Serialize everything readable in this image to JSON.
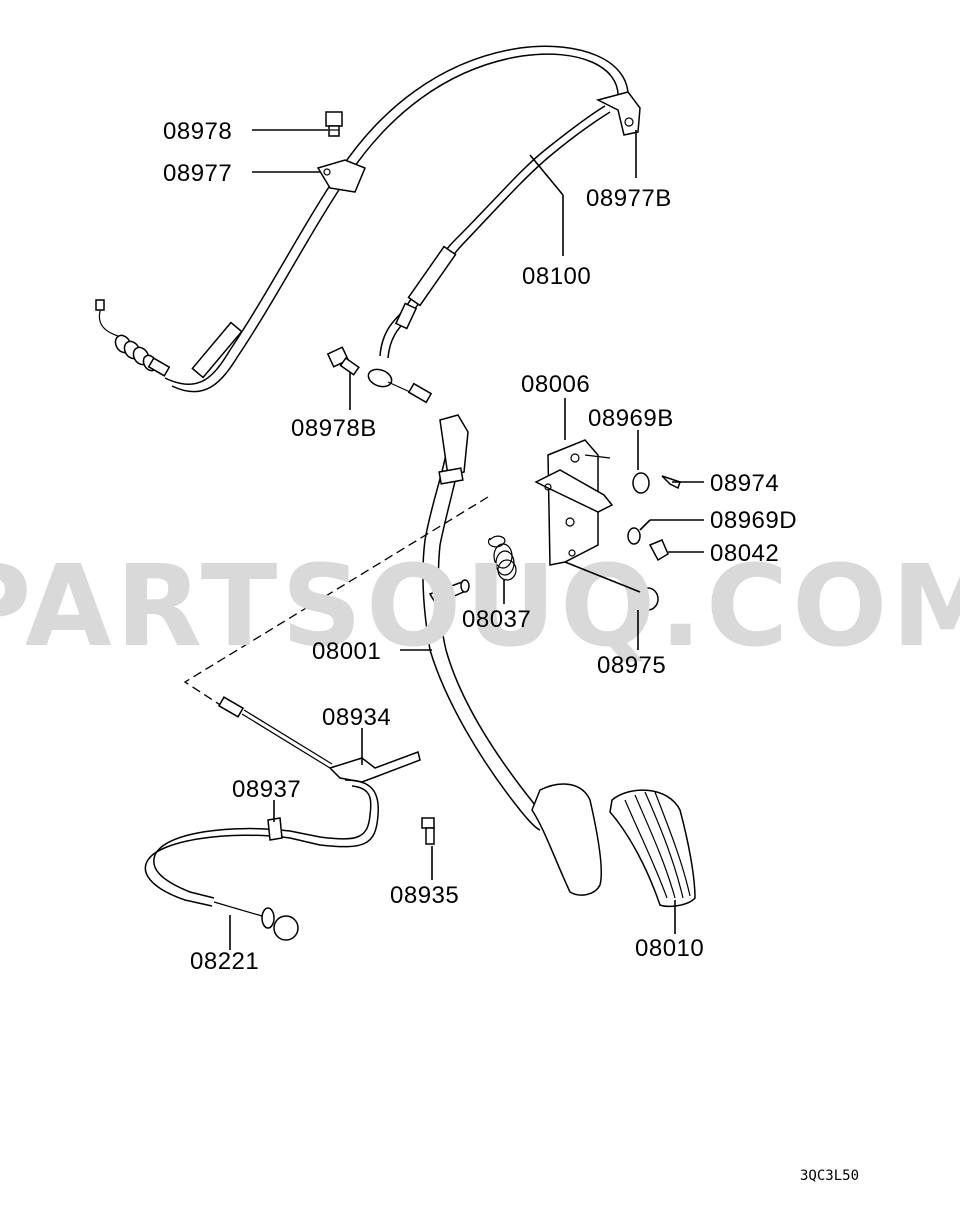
{
  "watermark": "PARTSOUQ.COM",
  "diagram_code": "3QC3L50",
  "parts": [
    {
      "id": "p08978",
      "label": "08978"
    },
    {
      "id": "p08977",
      "label": "08977"
    },
    {
      "id": "p08977B",
      "label": "08977B"
    },
    {
      "id": "p08100",
      "label": "08100"
    },
    {
      "id": "p08978B",
      "label": "08978B"
    },
    {
      "id": "p08006",
      "label": "08006"
    },
    {
      "id": "p08969B",
      "label": "08969B"
    },
    {
      "id": "p08974",
      "label": "08974"
    },
    {
      "id": "p08969D",
      "label": "08969D"
    },
    {
      "id": "p08042",
      "label": "08042"
    },
    {
      "id": "p08037",
      "label": "08037"
    },
    {
      "id": "p08001",
      "label": "08001"
    },
    {
      "id": "p08975",
      "label": "08975"
    },
    {
      "id": "p08934",
      "label": "08934"
    },
    {
      "id": "p08937",
      "label": "08937"
    },
    {
      "id": "p08935",
      "label": "08935"
    },
    {
      "id": "p08221",
      "label": "08221"
    },
    {
      "id": "p08010",
      "label": "08010"
    }
  ]
}
